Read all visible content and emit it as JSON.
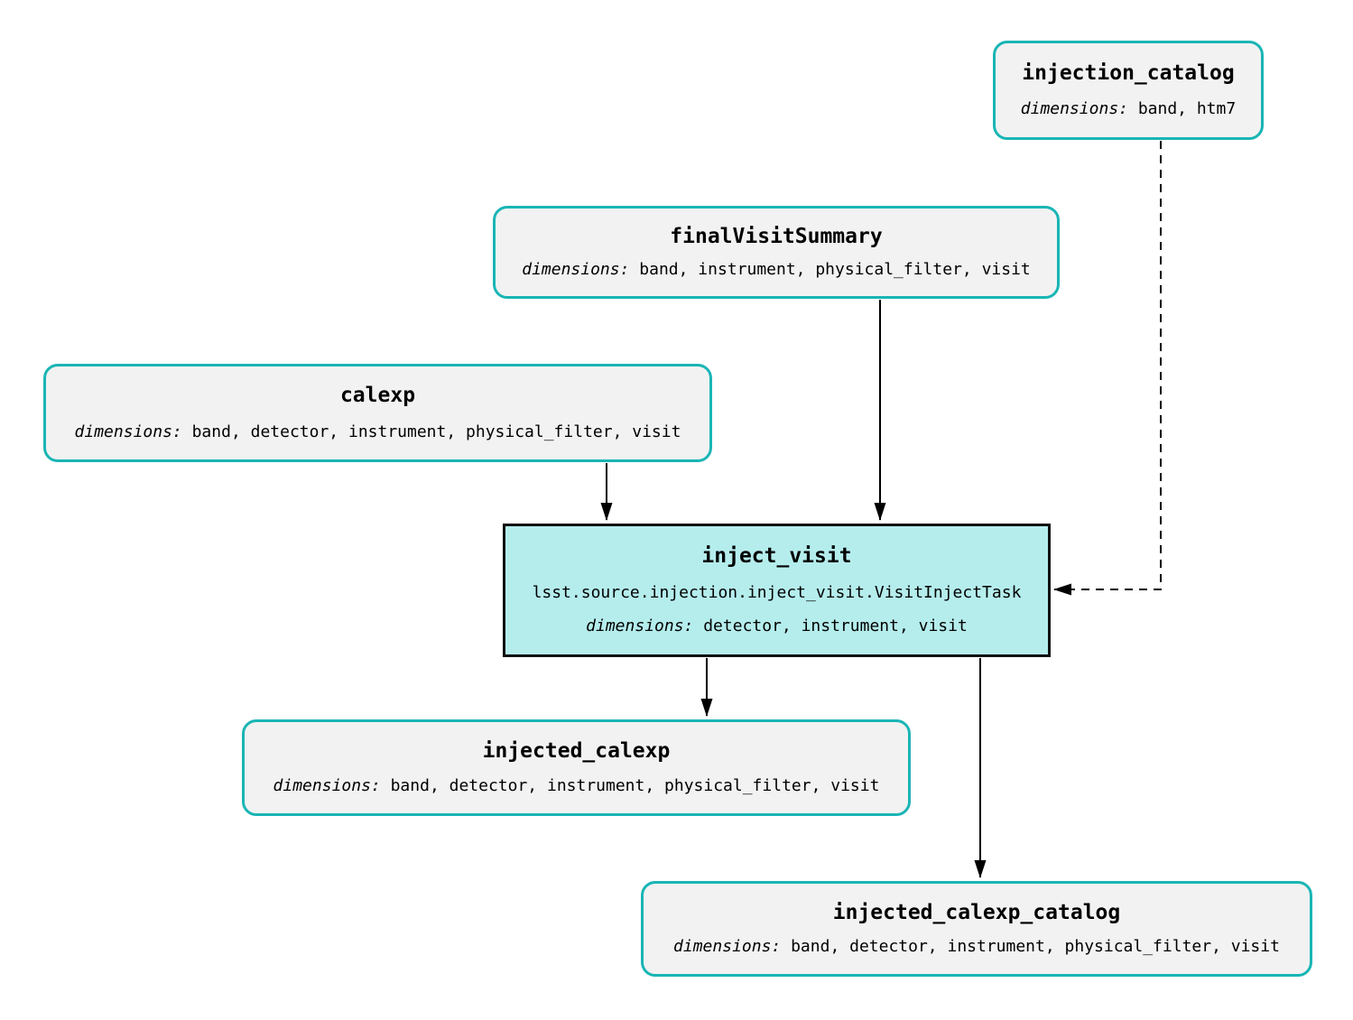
{
  "diagram": {
    "type": "pipeline-task-graph",
    "colors": {
      "dataset_border": "#1ab5b5",
      "dataset_fill": "#f2f2f2",
      "task_fill": "#b5eded",
      "task_border": "#111111",
      "edge": "#000000",
      "background": "#ffffff"
    },
    "nodes": {
      "injection_catalog": {
        "title": "injection_catalog",
        "dimensions_label": "dimensions:",
        "dimensions_value": "band, htm7"
      },
      "finalVisitSummary": {
        "title": "finalVisitSummary",
        "dimensions_label": "dimensions:",
        "dimensions_value": "band, instrument, physical_filter, visit"
      },
      "calexp": {
        "title": "calexp",
        "dimensions_label": "dimensions:",
        "dimensions_value": "band, detector, instrument, physical_filter, visit"
      },
      "inject_visit": {
        "title": "inject_visit",
        "task_class": "lsst.source.injection.inject_visit.VisitInjectTask",
        "dimensions_label": "dimensions:",
        "dimensions_value": "detector, instrument, visit"
      },
      "injected_calexp": {
        "title": "injected_calexp",
        "dimensions_label": "dimensions:",
        "dimensions_value": "band, detector, instrument, physical_filter, visit"
      },
      "injected_calexp_catalog": {
        "title": "injected_calexp_catalog",
        "dimensions_label": "dimensions:",
        "dimensions_value": "band, detector, instrument, physical_filter, visit"
      }
    },
    "edges": [
      {
        "from": "calexp",
        "to": "inject_visit",
        "style": "solid"
      },
      {
        "from": "finalVisitSummary",
        "to": "inject_visit",
        "style": "solid"
      },
      {
        "from": "injection_catalog",
        "to": "inject_visit",
        "style": "dashed"
      },
      {
        "from": "inject_visit",
        "to": "injected_calexp",
        "style": "solid"
      },
      {
        "from": "inject_visit",
        "to": "injected_calexp_catalog",
        "style": "solid"
      }
    ]
  }
}
